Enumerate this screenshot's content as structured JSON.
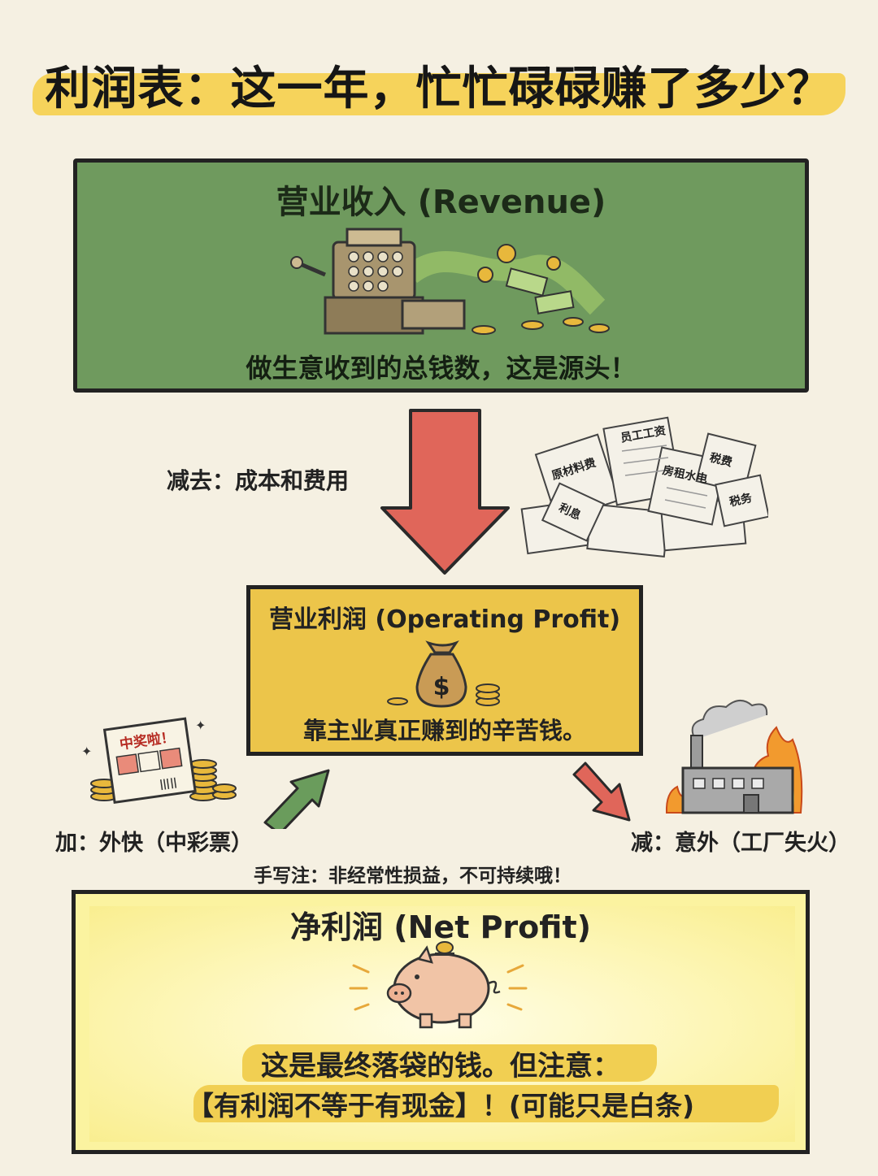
{
  "title": "利润表：这一年，忙忙碌碌赚了多少？",
  "revenue": {
    "heading": "营业收入 (Revenue)",
    "desc": "做生意收到的总钱数，这是源头！"
  },
  "subtract_label": "减去：成本和费用",
  "bills": [
    "员工工资",
    "原材料费",
    "房租水电",
    "税费",
    "利息",
    "税务"
  ],
  "operating": {
    "heading": "营业利润 (Operating Profit)",
    "desc": "靠主业真正赚到的辛苦钱。"
  },
  "lottery_text": "中奖啦！",
  "add_label": "加：外快（中彩票）",
  "minus_label": "减：意外（工厂失火）",
  "note": "手写注：非经常性损益，不可持续哦！",
  "net": {
    "heading": "净利润 (Net Profit)",
    "desc1": "这是最终落袋的钱。但注意：",
    "desc2": "【有利润不等于有现金】！(可能只是白条)"
  },
  "colors": {
    "revenue_box": "#6f9a5e",
    "operating_box": "#ecc54a",
    "net_box": "#fbf3a0",
    "down_arrow": "#e0665a",
    "up_arrow": "#6a9c5c",
    "highlight": "#f1cf52"
  }
}
